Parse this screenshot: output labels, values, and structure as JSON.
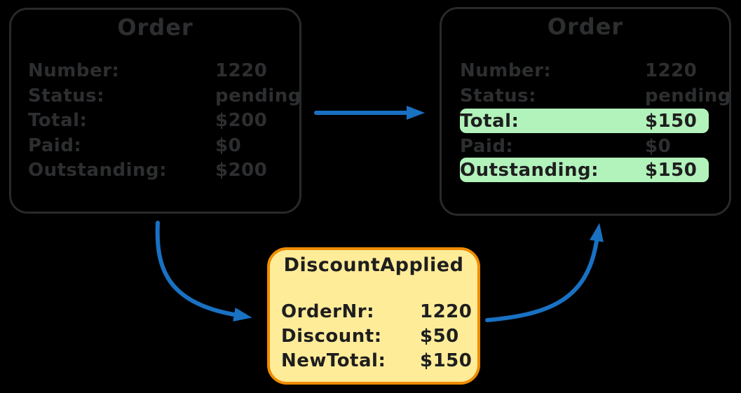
{
  "colors": {
    "background": "#000000",
    "box_border": "#28292b",
    "text_on_dark": "#2d2e30",
    "text_on_fill": "#1e1e1e",
    "highlight_green": "#b2f2bb",
    "event_fill": "#ffec99",
    "event_border": "#f08c00",
    "arrow_blue": "#1971c2"
  },
  "left_order": {
    "title": "Order",
    "rows": [
      {
        "label": "Number:",
        "value": "1220",
        "highlight": false
      },
      {
        "label": "Status:",
        "value": "pending",
        "highlight": false
      },
      {
        "label": "Total:",
        "value": "$200",
        "highlight": false
      },
      {
        "label": "Paid:",
        "value": "$0",
        "highlight": false
      },
      {
        "label": "Outstanding:",
        "value": "$200",
        "highlight": false
      }
    ]
  },
  "right_order": {
    "title": "Order",
    "rows": [
      {
        "label": "Number:",
        "value": "1220",
        "highlight": false
      },
      {
        "label": "Status:",
        "value": "pending",
        "highlight": false
      },
      {
        "label": "Total:",
        "value": "$150",
        "highlight": true
      },
      {
        "label": "Paid:",
        "value": "$0",
        "highlight": false
      },
      {
        "label": "Outstanding:",
        "value": "$150",
        "highlight": true
      }
    ]
  },
  "event": {
    "title": "DiscountApplied",
    "rows": [
      {
        "label": "OrderNr:",
        "value": "1220"
      },
      {
        "label": "Discount:",
        "value": "$50"
      },
      {
        "label": "NewTotal:",
        "value": "$150"
      }
    ]
  }
}
